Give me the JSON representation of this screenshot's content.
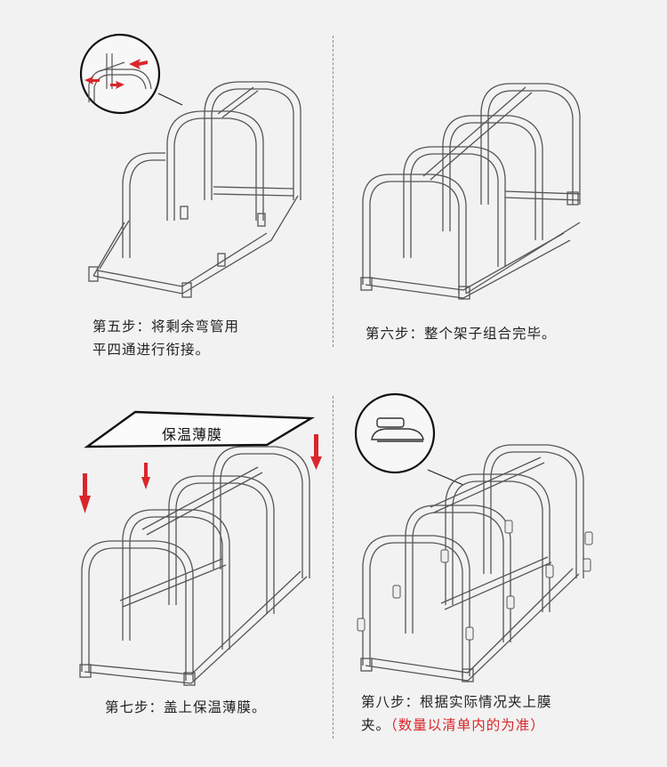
{
  "steps": [
    {
      "line1": "第五步：将剩余弯管用",
      "line2": "平四通进行衔接。"
    },
    {
      "line1": "第六步：整个架子组合完毕。"
    },
    {
      "line1": "第七步：盖上保温薄膜。",
      "film_label": "保温薄膜"
    },
    {
      "line1": "第八步：根据实际情况夹上膜",
      "line2_prefix": "夹。",
      "line2_note": "（数量以清单内的为准）"
    }
  ],
  "colors": {
    "pipe": "#555555",
    "arrow": "#d9262b",
    "background": "#f2f2f2",
    "note": "#d9262b"
  }
}
